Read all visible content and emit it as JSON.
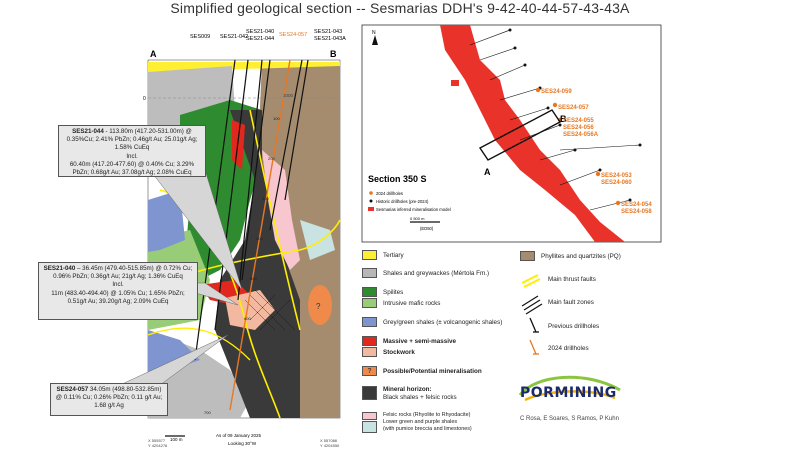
{
  "title": "Simplified geological section -- Sesmarias DDH's 9-42-40-44-57-43-43A",
  "section": {
    "end_a": "A",
    "end_b": "B",
    "holes": [
      {
        "label": "SES009",
        "color": "#222222"
      },
      {
        "label": "SES21-042",
        "color": "#222222"
      },
      {
        "label": "SES21-040",
        "color": "#222222"
      },
      {
        "label": "SES21-044",
        "color": "#222222"
      },
      {
        "label": "SES24-057",
        "color": "#e87722"
      },
      {
        "label": "SES21-043",
        "color": "#222222"
      },
      {
        "label": "SES21-043A",
        "color": "#222222"
      }
    ],
    "zero_label": "0",
    "depth_labels": [
      "100",
      "200",
      "300",
      "400",
      "500",
      "600",
      "700"
    ],
    "date_note": "As of 09 January 2025",
    "looking": "Looking 30°W",
    "scale": "100 m",
    "coord_left_x": "X 555577",
    "coord_left_y": "Y 4204276",
    "coord_right_x": "X 557086",
    "coord_right_y": "Y 4204550",
    "grid_top": "1000",
    "mineral_marker": "?"
  },
  "callouts": {
    "c044": {
      "hole": "SES21-044",
      "line1": " - 113.80m (417.20-531.00m) @ 0.35%Cu; 2.41% PbZn; 0.46g/t Au; 25.01g/t Ag; 1.58% CuEq",
      "incl": "Incl.",
      "line2": "60.40m (417.20-477.60) @ 0.40% Cu; 3.29% PbZn; 0.68g/t Au; 37.08g/t Ag; 2.08% CuEq"
    },
    "c040": {
      "hole": "SES21-040",
      "line1": " – 36.45m (479.40-515.85m) @ 0.72% Cu; 0.96% PbZn; 0.36g/t Au; 21g/t Ag; 1.36% CuEq",
      "incl": "Incl.",
      "line2": "11m (483.40-494.40) @ 1.05% Cu; 1.65% PbZn; 0.51g/t Au; 39.20g/t Ag; 2.09% CuEq"
    },
    "c057": {
      "hole": "SES24-057",
      "line1": " 34.05m (498.80-532.85m) @ 0.11% Cu; 0.26% PbZn; 0.11 g/t Au; 1.68 g/t Ag"
    }
  },
  "map": {
    "title": "Section 350 S",
    "north": "N",
    "end_a": "A",
    "end_b": "B",
    "hole_labels": [
      "SES24-059",
      "SES24-057",
      "SES24-055",
      "SES24-056",
      "SES24-056A",
      "SES24-053",
      "SES24-060",
      "SES24-054",
      "SES24-058"
    ],
    "legend": [
      "2024 drillholes",
      "Historic drillholes (pre-2024)",
      "Sesmarias inferred mineralisation model"
    ],
    "scale": "0   500 m",
    "datum": "(ED50)",
    "label_color": "#e87722"
  },
  "legend_left": [
    {
      "label": "Tertiary",
      "color": "#ffef33"
    },
    {
      "label": "Shales and greywackes (Mértola Fm.)",
      "color": "#b7b7b7"
    },
    {
      "label": "Spilites",
      "label2": "Intrusive mafic rocks",
      "color": "#2f8b2f",
      "color2": "#99cc77"
    },
    {
      "label": "Grey/green shales (± volcanogenic shales)",
      "color": "#7f95d0"
    },
    {
      "label": "Massive + semi-massive",
      "label2": "Stockwork",
      "color": "#e0281e",
      "color2": "#f3b9a0"
    },
    {
      "label": "Possible/Potential mineralisation",
      "color": "#f08a4b",
      "marker": "?"
    },
    {
      "label": "Mineral horizon:",
      "label2": "Black shales + felsic rocks",
      "color": "#3a3a3a"
    },
    {
      "label": "Felsic rocks (Rhyolite to Rhyodacite)",
      "label2": "Lower green and purple shales",
      "label3": "(with pumice breccia and limestones)",
      "color": "#f7c6cf",
      "color2": "#c9e3e3"
    }
  ],
  "legend_right": [
    {
      "label": "Phyllites and quartzites (PQ)",
      "color": "#a58c6f"
    },
    {
      "label": "Main thrust faults"
    },
    {
      "label": "Main fault zones"
    },
    {
      "label": "Previous drillholes"
    },
    {
      "label": "2024 drillholes"
    }
  ],
  "logo": "PORMINING",
  "credits": "C Rosa, E Soares, S Ramos, P Kuhn"
}
